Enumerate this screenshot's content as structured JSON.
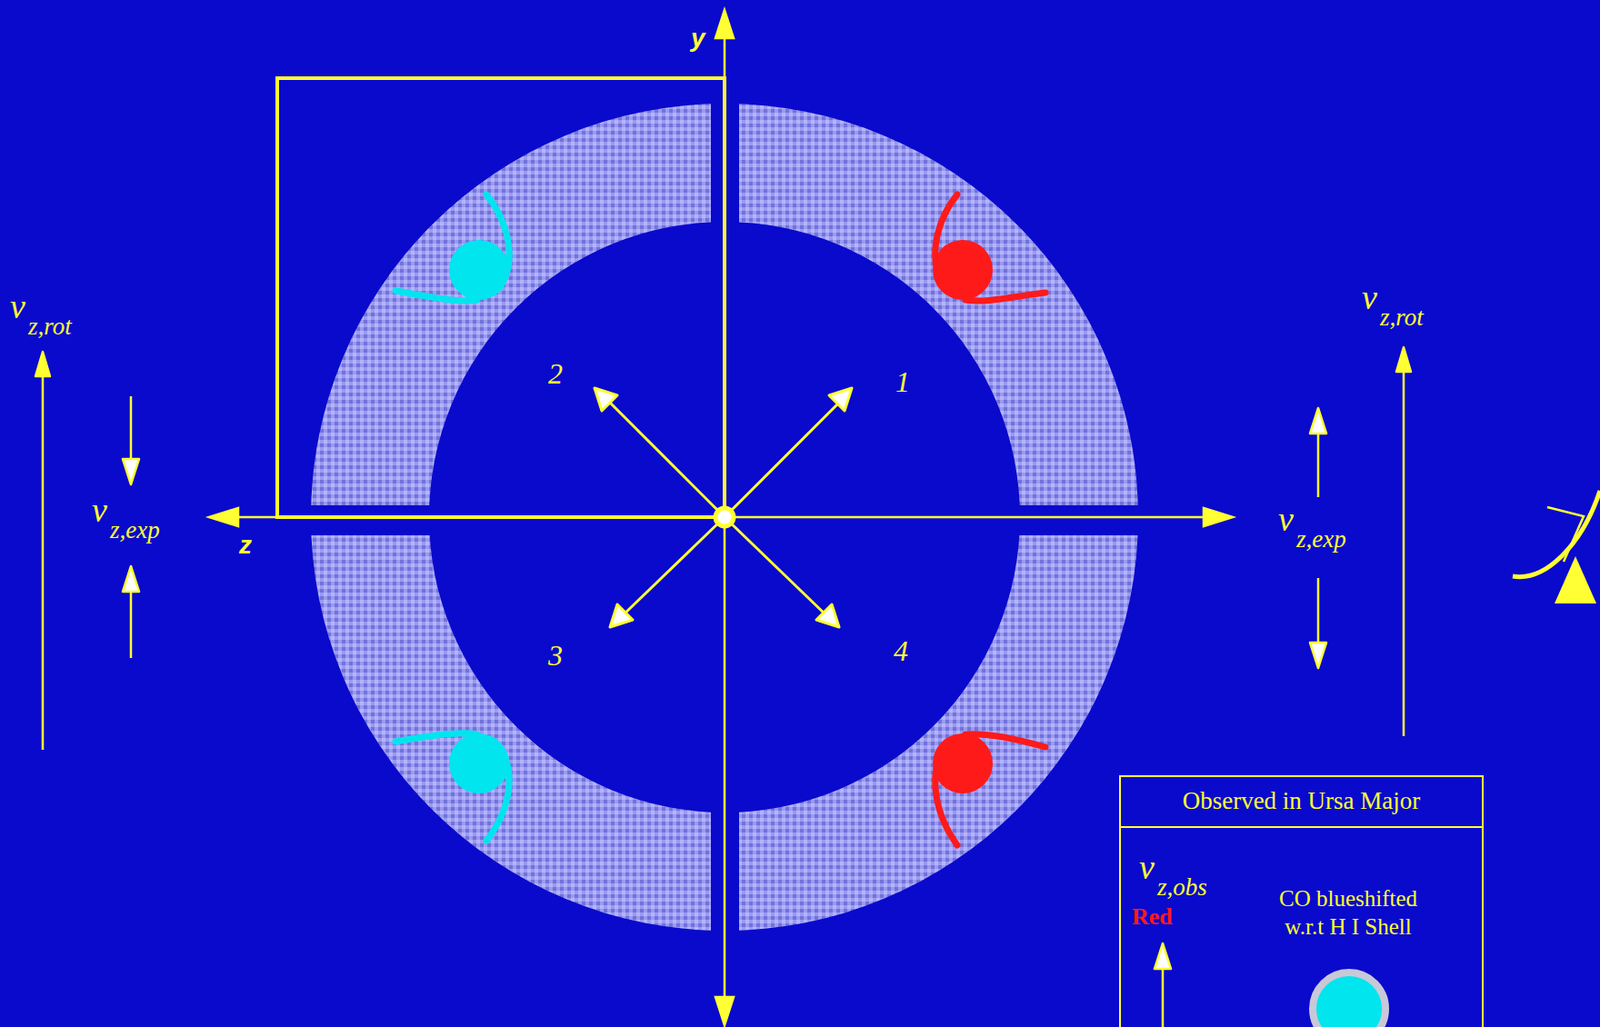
{
  "diagram": {
    "nodes": [
      {
        "text": [
          "Observed in Ursa Major",
          "v",
          "z,obs",
          "Red",
          "CO blueshifted w.r.t H I Shell"
        ]
      }
    ],
    "labels": [
      "y",
      "v",
      "z,rot",
      "v",
      "z,exp",
      "v",
      "z,rot",
      "v",
      "z,exp",
      "z",
      "2",
      "1",
      "3",
      "4"
    ]
  }
}
